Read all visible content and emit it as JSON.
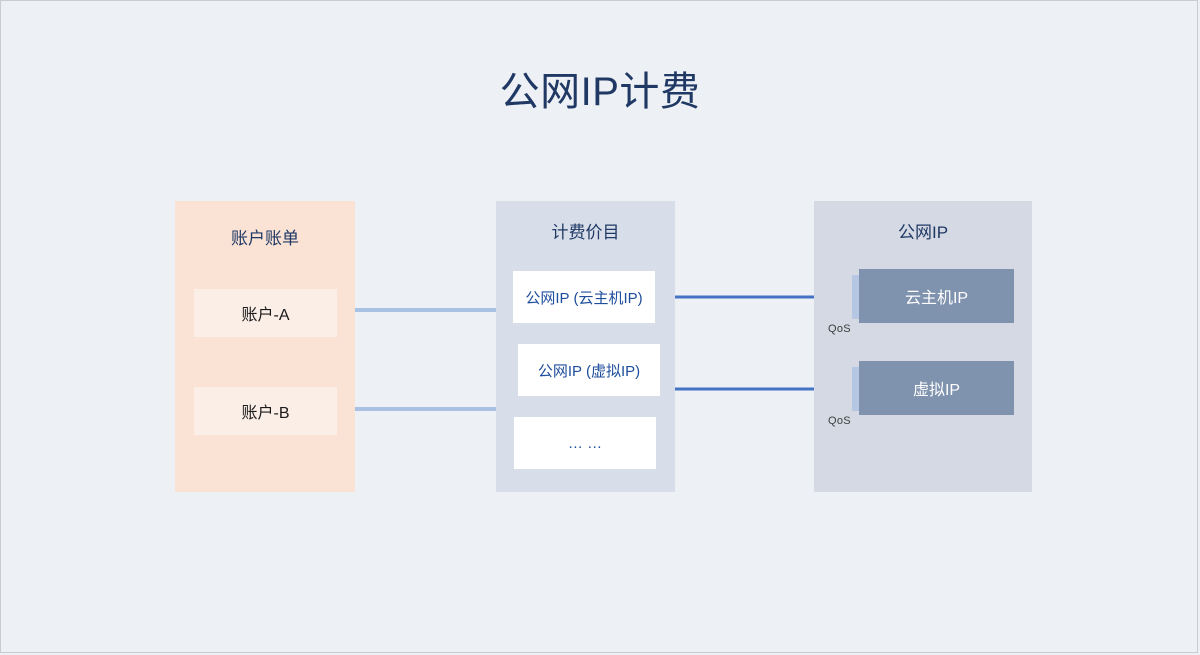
{
  "page": {
    "title": "公网IP计费",
    "background_color": "#edf1f5",
    "border_color": "#c9cdd2",
    "title_color": "#1f3864"
  },
  "panels": {
    "accounts": {
      "title": "账户账单",
      "background_color": "#fae2d5",
      "cards": [
        {
          "label": "账户-A"
        },
        {
          "label": "账户-B"
        }
      ]
    },
    "pricing": {
      "title": "计费价目",
      "background_color": "#d7dee9",
      "cards": [
        {
          "label": "公网IP (云主机IP)"
        },
        {
          "label": "公网IP (虚拟IP)"
        },
        {
          "label": "… …"
        }
      ]
    },
    "publicip": {
      "title": "公网IP",
      "background_color": "#d4d9e3",
      "card_color": "#7f92ae",
      "cards": [
        {
          "label": "云主机IP",
          "qos_label": "QoS"
        },
        {
          "label": "虚拟IP",
          "qos_label": "QoS"
        }
      ]
    }
  },
  "arrows": {
    "billing_color": "#a9c1e3",
    "provision_color": "#4472c4",
    "items": [
      {
        "name": "pricing-to-account-a",
        "from": "公网IP (云主机IP)",
        "to": "账户-A",
        "color": "#a9c1e3"
      },
      {
        "name": "pricing-to-account-b",
        "from": "公网IP (虚拟IP)",
        "to": "账户-B",
        "color": "#a9c1e3"
      },
      {
        "name": "cloud-host-ip-to-pricing",
        "from": "云主机IP",
        "to": "公网IP (云主机IP)",
        "color": "#4472c4"
      },
      {
        "name": "virtual-ip-to-pricing",
        "from": "虚拟IP",
        "to": "公网IP (虚拟IP)",
        "color": "#4472c4"
      }
    ]
  }
}
